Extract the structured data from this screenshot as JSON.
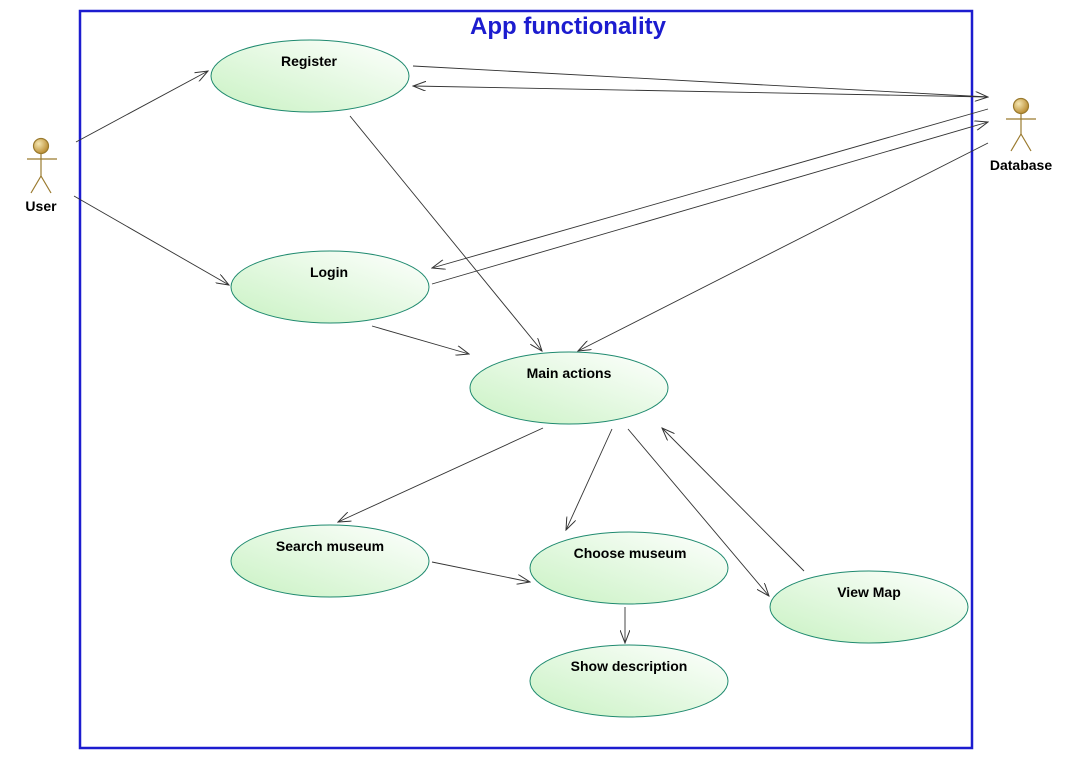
{
  "system": {
    "title": "App functionality",
    "title_color": "#1c1ccf",
    "border_color": "#1c1ccf"
  },
  "actors": {
    "user": {
      "label": "User"
    },
    "database": {
      "label": "Database"
    }
  },
  "use_cases": {
    "register": {
      "label": "Register"
    },
    "login": {
      "label": "Login"
    },
    "main_actions": {
      "label": "Main actions"
    },
    "search_museum": {
      "label": "Search museum"
    },
    "choose_museum": {
      "label": "Choose museum"
    },
    "show_description": {
      "label": "Show description"
    },
    "view_map": {
      "label": "View Map"
    }
  },
  "colors": {
    "usecase_fill_start": "#c9f2c3",
    "usecase_fill_end": "#ffffff",
    "usecase_stroke": "#1f8a6f",
    "actor_fill": "#c9a64a",
    "actor_stroke": "#9a7a2e",
    "arrow": "#333333"
  }
}
